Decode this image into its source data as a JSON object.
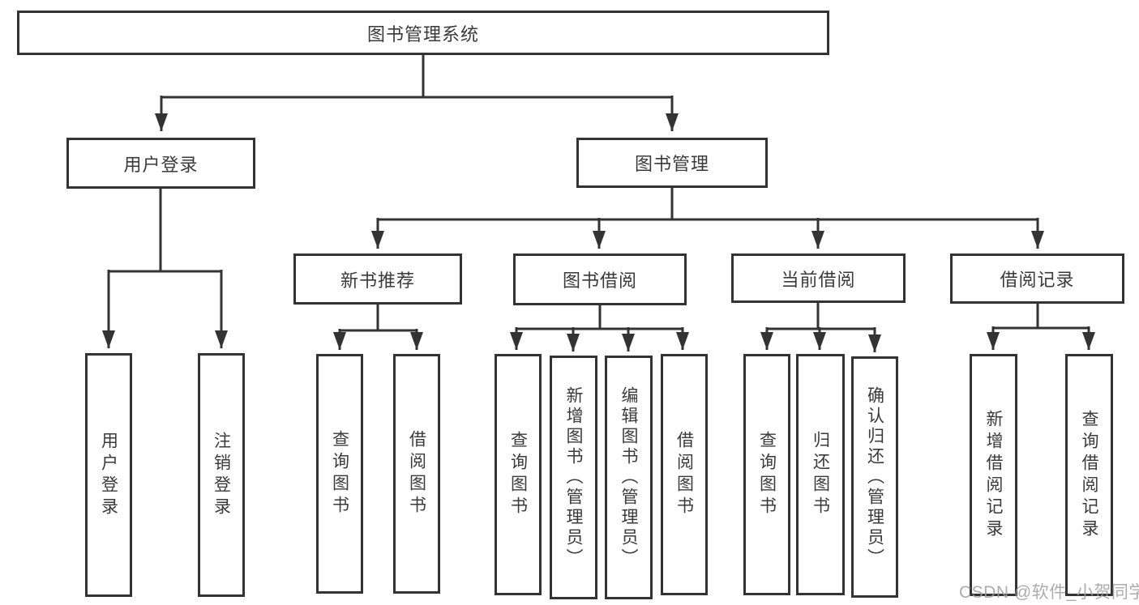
{
  "diagram": {
    "type": "hierarchy",
    "root": {
      "label": "图书管理系统"
    },
    "branches": [
      {
        "label": "用户登录",
        "children": [
          {
            "label": "用户登录"
          },
          {
            "label": "注销登录"
          }
        ]
      },
      {
        "label": "图书管理",
        "children": [
          {
            "label": "新书推荐",
            "children": [
              {
                "label": "查询图书"
              },
              {
                "label": "借阅图书"
              }
            ]
          },
          {
            "label": "图书借阅",
            "children": [
              {
                "label": "查询图书"
              },
              {
                "label": "新增图书（管理员）"
              },
              {
                "label": "编辑图书（管理员）"
              },
              {
                "label": "借阅图书"
              }
            ]
          },
          {
            "label": "当前借阅",
            "children": [
              {
                "label": "查询图书"
              },
              {
                "label": "归还图书"
              },
              {
                "label": "确认归还（管理员）"
              }
            ]
          },
          {
            "label": "借阅记录",
            "children": [
              {
                "label": "新增借阅记录"
              },
              {
                "label": "查询借阅记录"
              }
            ]
          }
        ]
      }
    ],
    "colors": {
      "line": "#333333",
      "border": "#333333",
      "text": "#3a3a3a",
      "background": "#ffffff",
      "watermark": "#9e9e9e"
    },
    "watermark": "CSDN @软件_小贺同学"
  }
}
